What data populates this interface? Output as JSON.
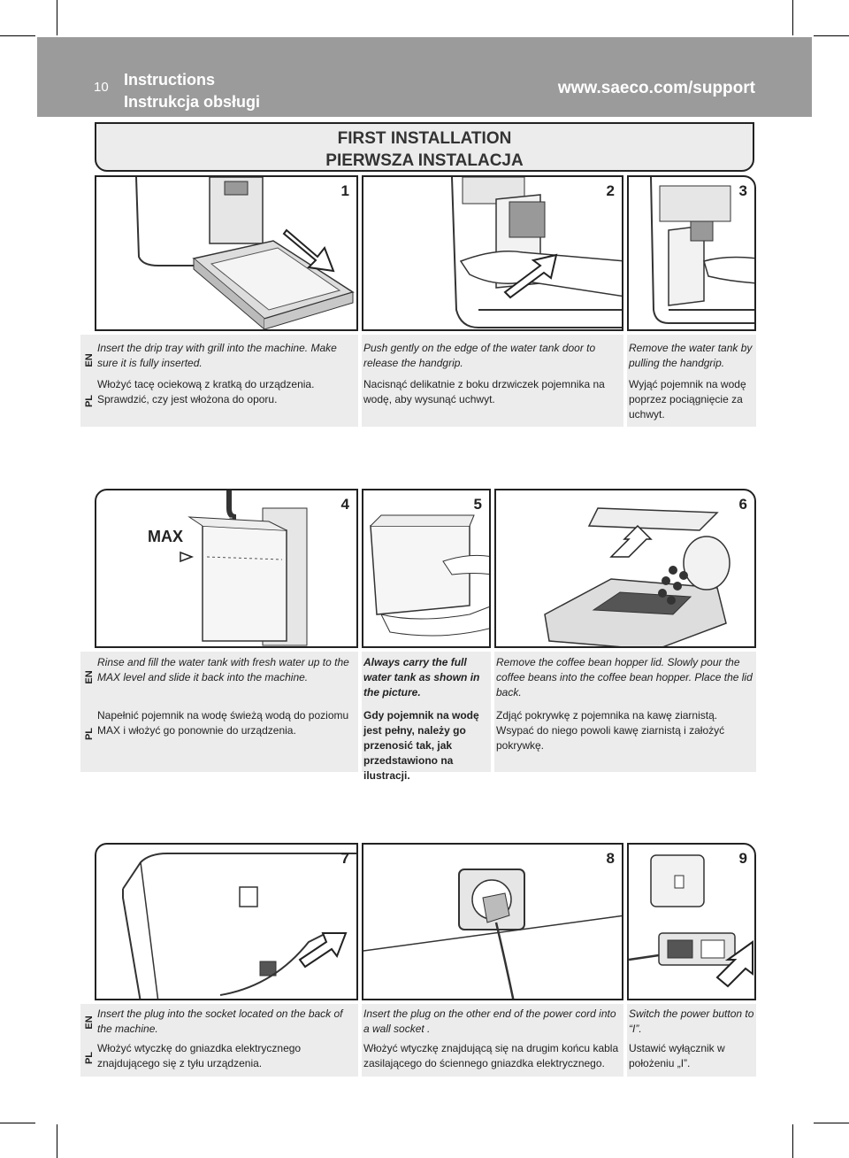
{
  "header": {
    "page_number": "10",
    "title_en": "Instructions",
    "title_pl": "Instrukcja obsługi",
    "url": "www.saeco.com/support"
  },
  "section": {
    "title_en": "FIRST INSTALLATION",
    "title_pl": "PIERWSZA INSTALACJA"
  },
  "labels": {
    "en": "EN",
    "pl": "PL",
    "max": "MAX"
  },
  "steps": [
    {
      "num": "1",
      "en": "Insert the drip tray with grill into the machine. Make sure it is fully inserted.",
      "pl": "Włożyć tacę ociekową z kratką do urządzenia. Sprawdzić, czy jest włożona do oporu."
    },
    {
      "num": "2",
      "en": "Push gently on the edge of the water tank door to release the handgrip.",
      "pl": "Nacisnąć delikatnie z boku drzwiczek pojemnika na wodę, aby wysunąć uchwyt."
    },
    {
      "num": "3",
      "en": "Remove the water tank by pulling the handgrip.",
      "pl": "Wyjąć pojemnik na wodę poprzez pociągnięcie za uchwyt."
    },
    {
      "num": "4",
      "en": "Rinse and fill the water tank with fresh water up to the MAX level and slide it back into the machine.",
      "pl": "Napełnić pojemnik na wodę świeżą wodą do poziomu MAX i włożyć go ponownie do urządzenia."
    },
    {
      "num": "5",
      "en": "Always carry the full water tank as shown in the picture.",
      "pl": "Gdy pojemnik na wodę jest pełny, należy go przenosić tak, jak przedstawiono na ilustracji."
    },
    {
      "num": "6",
      "en": "Remove the coffee bean hopper lid. Slowly pour the coffee beans into the coffee bean hopper. Place the lid back.",
      "pl": "Zdjąć pokrywkę z pojemnika na kawę ziarnistą. Wsypać do niego powoli kawę ziarnistą i założyć pokrywkę."
    },
    {
      "num": "7",
      "en": "Insert the plug into the socket located on the back of the machine.",
      "pl": "Włożyć wtyczkę do gniazdka elektrycznego znajdującego się z tyłu urządzenia."
    },
    {
      "num": "8",
      "en": "Insert the plug on the other end of the power cord into a wall socket .",
      "pl": "Włożyć wtyczkę znajdującą się na drugim końcu kabla zasilającego do ściennego gniazdka elektrycznego."
    },
    {
      "num": "9",
      "en": "Switch the power button to “I”.",
      "pl": "Ustawić wyłącznik w położeniu „I”."
    }
  ]
}
